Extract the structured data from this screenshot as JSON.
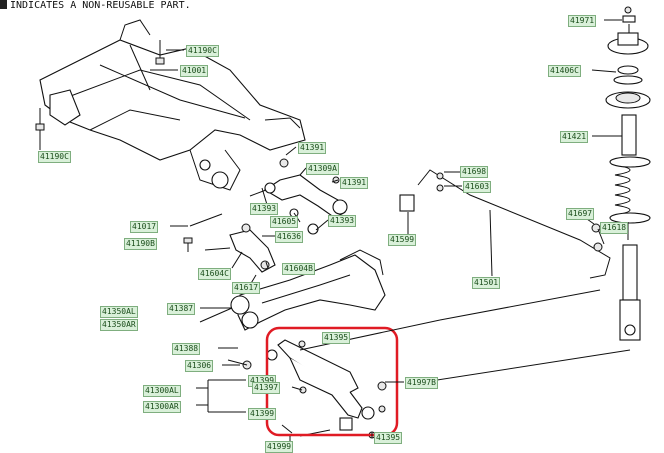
{
  "note": "INDICATES A NON-REUSABLE PART.",
  "callouts": [
    {
      "id": "c41190c_top",
      "text": "41190C"
    },
    {
      "id": "c41001",
      "text": "41001"
    },
    {
      "id": "c41190c_left",
      "text": "41190C"
    },
    {
      "id": "c41391_a",
      "text": "41391"
    },
    {
      "id": "c41309a",
      "text": "41309A"
    },
    {
      "id": "c41391_b",
      "text": "41391"
    },
    {
      "id": "c41393_a",
      "text": "41393"
    },
    {
      "id": "c41605",
      "text": "41605"
    },
    {
      "id": "c41393_b",
      "text": "41393"
    },
    {
      "id": "c41017",
      "text": "41017"
    },
    {
      "id": "c41636",
      "text": "41636"
    },
    {
      "id": "c41190b",
      "text": "41190B"
    },
    {
      "id": "c41604c",
      "text": "41604C"
    },
    {
      "id": "c41604b",
      "text": "41604B"
    },
    {
      "id": "c41617",
      "text": "41617"
    },
    {
      "id": "c41350al",
      "text": "41350AL"
    },
    {
      "id": "c41387",
      "text": "41387"
    },
    {
      "id": "c41350ar",
      "text": "41350AR"
    },
    {
      "id": "c41395_a",
      "text": "41395"
    },
    {
      "id": "c41388",
      "text": "41388"
    },
    {
      "id": "c41306",
      "text": "41306"
    },
    {
      "id": "c41399_a",
      "text": "41399"
    },
    {
      "id": "c41300al",
      "text": "41300AL"
    },
    {
      "id": "c41397",
      "text": "41397"
    },
    {
      "id": "c41997b",
      "text": "41997B"
    },
    {
      "id": "c41300ar",
      "text": "41300AR"
    },
    {
      "id": "c41399_b",
      "text": "41399"
    },
    {
      "id": "c41395_b",
      "text": "41395"
    },
    {
      "id": "c41999",
      "text": "41999"
    },
    {
      "id": "c41971",
      "text": "41971"
    },
    {
      "id": "c41406c",
      "text": "41406C"
    },
    {
      "id": "c41421",
      "text": "41421"
    },
    {
      "id": "c41698",
      "text": "41698"
    },
    {
      "id": "c41603",
      "text": "41603"
    },
    {
      "id": "c41599",
      "text": "41599"
    },
    {
      "id": "c41697",
      "text": "41697"
    },
    {
      "id": "c41618",
      "text": "41618"
    },
    {
      "id": "c41501",
      "text": "41501"
    }
  ],
  "highlight_color": "#e01b24",
  "callout_fill": "#d9f0d9"
}
